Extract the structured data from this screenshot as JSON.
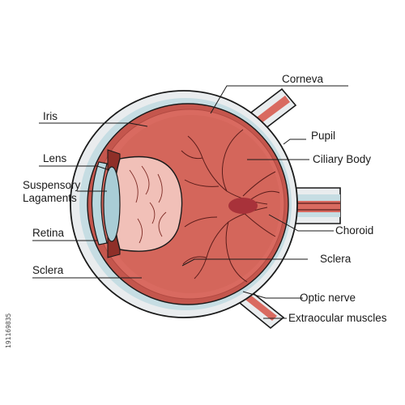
{
  "labels": {
    "iris": "Iris",
    "lens": "Lens",
    "suspensory": [
      "Suspensory",
      "Lagaments"
    ],
    "retina": "Retina",
    "sclera_left": "Sclera",
    "corneva": "Corneva",
    "pupil": "Pupil",
    "ciliary_body": "Ciliary Body",
    "choroid": "Choroid",
    "sclera_right": "Sclera",
    "optic_nerve": "Optic nerve",
    "extraocular_muscles": "Extraocular muscles"
  },
  "stock_id": "191169835",
  "colors": {
    "sclera_outer": "#e9ecee",
    "sclera_band": "#c6dde3",
    "eyeball": "#d96a60",
    "eyeball_inner": "#d4665b",
    "lens": "#f1c0b8",
    "cornea": "#b9d8df",
    "vessel": "#5a1c1a",
    "outline": "#1a1a1a"
  }
}
